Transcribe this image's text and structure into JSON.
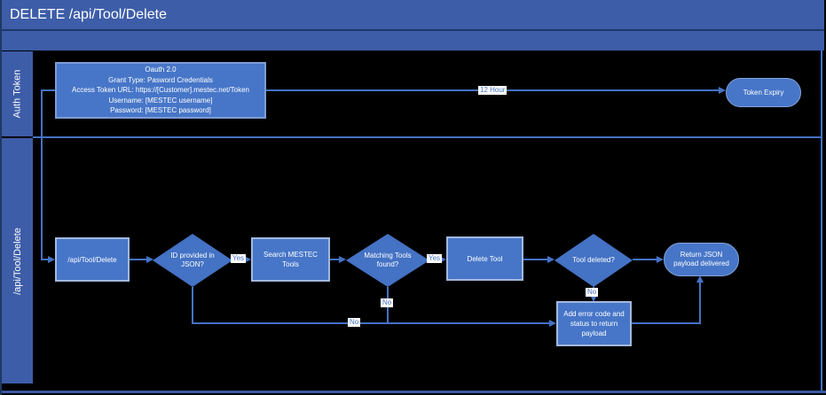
{
  "title": "DELETE /api/Tool/Delete",
  "lanes": {
    "auth": "Auth Token",
    "api": "/api/Tool/Delete"
  },
  "auth_flow": {
    "oauth_line1": "Oauth 2.0",
    "oauth_line2": "Grant Type: Pasword Credentials",
    "oauth_line3": "Access Token URL: https://[Customer].mestec.net/Token",
    "oauth_line4": "Username: [MESTEC username]",
    "oauth_line5": "Password: [MESTEC password]",
    "edge_label": "12 Hour",
    "token_expiry": "Token Expiry"
  },
  "api_flow": {
    "start": "/api/Tool/Delete",
    "decision_id": "ID provided in JSON?",
    "search": "Search MESTEC Tools",
    "decision_match": "Matching Tools found?",
    "delete": "Delete Tool",
    "decision_deleted": "Tool deleted?",
    "end": "Return JSON payload delivered",
    "error": "Add error code and status to return payload",
    "yes1": "Yes",
    "yes2": "Yes",
    "no_deleted": "No",
    "no_main": "No",
    "no_match": "No"
  },
  "colors": {
    "shape_fill": "#4472C4",
    "connector": "#4472C4",
    "header": "#3D5DA8",
    "label_text": "#4472C4",
    "background": "#000000"
  }
}
